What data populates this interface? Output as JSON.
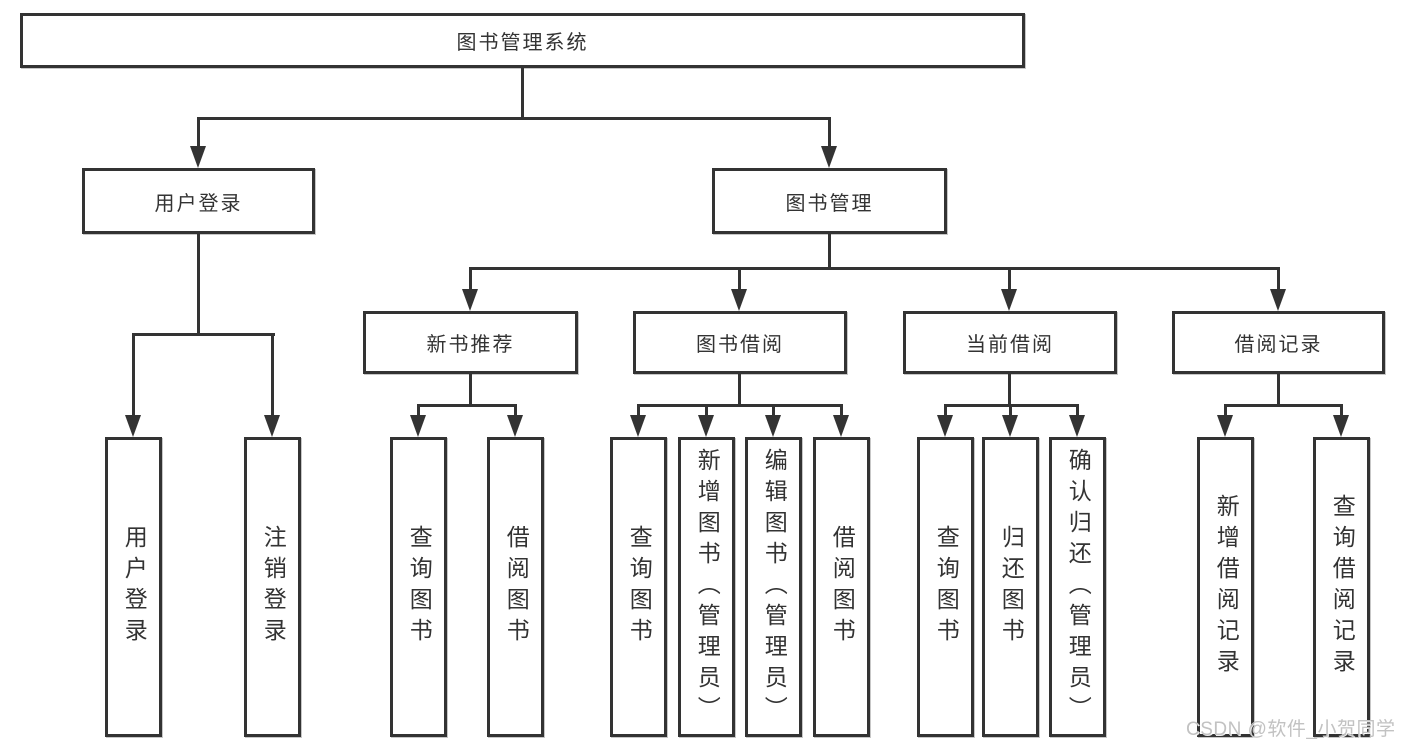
{
  "tree": {
    "root": {
      "label": "图书管理系统"
    },
    "user_login": {
      "label": "用户登录",
      "children": [
        {
          "label": "用户登录"
        },
        {
          "label": "注销登录"
        }
      ]
    },
    "book_mgmt": {
      "label": "图书管理",
      "groups": [
        {
          "label": "新书推荐",
          "children": [
            {
              "label": "查询图书"
            },
            {
              "label": "借阅图书"
            }
          ]
        },
        {
          "label": "图书借阅",
          "children": [
            {
              "label": "查询图书"
            },
            {
              "label": "新增图书（管理员）"
            },
            {
              "label": "编辑图书（管理员）"
            },
            {
              "label": "借阅图书"
            }
          ]
        },
        {
          "label": "当前借阅",
          "children": [
            {
              "label": "查询图书"
            },
            {
              "label": "归还图书"
            },
            {
              "label": "确认归还（管理员）"
            }
          ]
        },
        {
          "label": "借阅记录",
          "children": [
            {
              "label": "新增借阅记录"
            },
            {
              "label": "查询借阅记录"
            }
          ]
        }
      ]
    }
  },
  "watermark": {
    "text": "CSDN @软件_小贺同学",
    "color": "#c2c2c2"
  },
  "colors": {
    "line": "#333333",
    "text": "#333333",
    "background": "#ffffff"
  }
}
